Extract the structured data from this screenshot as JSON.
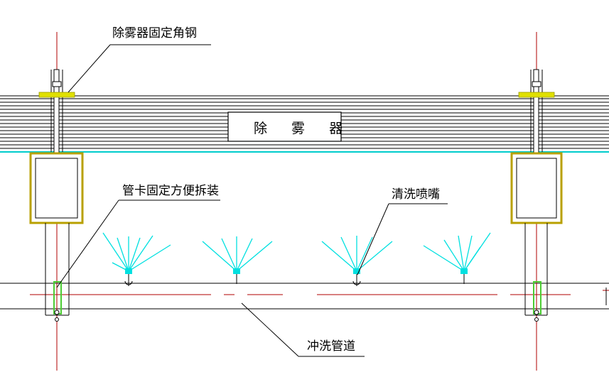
{
  "labels": {
    "demister_angle_steel": "除雾器固定角钢",
    "demister": "除 雾 器",
    "pipe_clamp": "管卡固定方便拆装",
    "cleaning_nozzle": "清洗喷嘴",
    "flush_pipe": "冲洗管道"
  },
  "colors": {
    "line": "#000000",
    "centerline": "#b00000",
    "water_surface": "#00cccc",
    "spray": "#00e0e0",
    "beam": "#e0e000",
    "clamp": "#4ccc33",
    "bracket": "#ffd400"
  },
  "nozzle_count": 4,
  "support_count": 2
}
